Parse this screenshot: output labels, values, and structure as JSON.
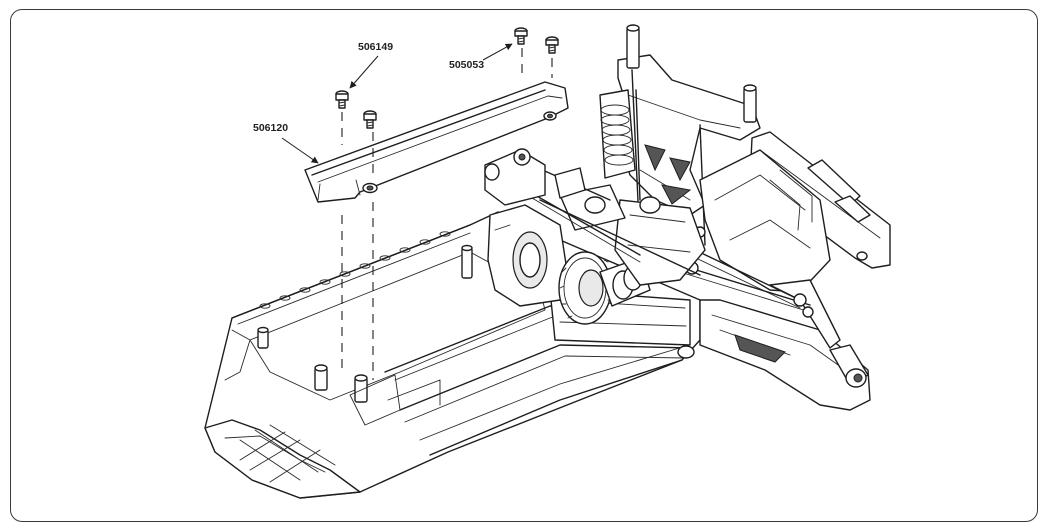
{
  "diagram": {
    "part_labels": [
      {
        "id": "p1",
        "text": "506149"
      },
      {
        "id": "p2",
        "text": "505053"
      },
      {
        "id": "p3",
        "text": "506120"
      }
    ]
  },
  "colors": {
    "line": "#1e1e1e",
    "frame": "#3a3a3a",
    "background": "#ffffff"
  }
}
